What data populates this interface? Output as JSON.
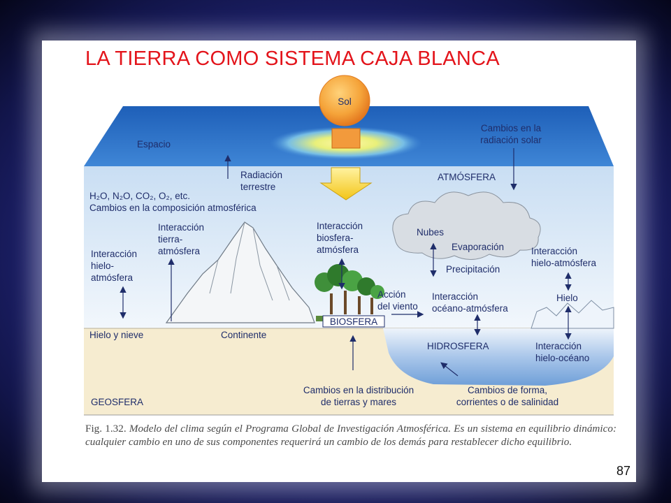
{
  "title": "LA TIERRA COMO SISTEMA CAJA BLANCA",
  "page_number": "87",
  "caption": {
    "fig": "Fig. 1.32.",
    "text": "Modelo del clima según el Programa Global de Investigación Atmosférica. Es un sistema en equilibrio dinámico: cualquier cambio en uno de sus componentes requerirá un cambio de los demás para restablecer dicho equilibrio."
  },
  "diagram": {
    "sun": "Sol",
    "space": "Espacio",
    "solar_changes": [
      "Cambios en la",
      "radiación solar"
    ],
    "terrestrial_radiation": [
      "Radiación",
      "terrestre"
    ],
    "atmosphere": "ATMÓSFERA",
    "gases": "H₂O, N₂O, CO₂, O₂, etc.",
    "composition_changes": "Cambios en la composición atmosférica",
    "land_atm": [
      "Interacción",
      "tierra-",
      "atmósfera"
    ],
    "ice_atm_left": [
      "Interacción",
      "hielo-",
      "atmósfera"
    ],
    "bio_atm": [
      "Interacción",
      "biosfera-",
      "atmósfera"
    ],
    "clouds": "Nubes",
    "evaporation": "Evaporación",
    "precipitation": "Precipitación",
    "ice_atm_right": [
      "Interacción",
      "hielo-atmósfera"
    ],
    "wind": [
      "Acción",
      "del viento"
    ],
    "ocean_atm": [
      "Interacción",
      "océano-atmósfera"
    ],
    "ice": "Hielo",
    "biosphere": "BIOSFERA",
    "ice_snow": "Hielo y nieve",
    "continent": "Continente",
    "hydrosphere": "HIDROSFERA",
    "ice_ocean": [
      "Interacción",
      "hielo-océano"
    ],
    "geosphere": "GEOSFERA",
    "land_sea_changes": [
      "Cambios en la distribución",
      "de tierras y mares"
    ],
    "form_changes": [
      "Cambios de forma,",
      "corrientes o de salinidad"
    ]
  },
  "colors": {
    "title": "#e3141b",
    "label": "#1f2d6a",
    "space": "#2b6fc4",
    "sky": "#dbe9f6",
    "ground": "#f6ecd0",
    "ocean": "#8fb4e0",
    "sun": "#f39a2a"
  }
}
